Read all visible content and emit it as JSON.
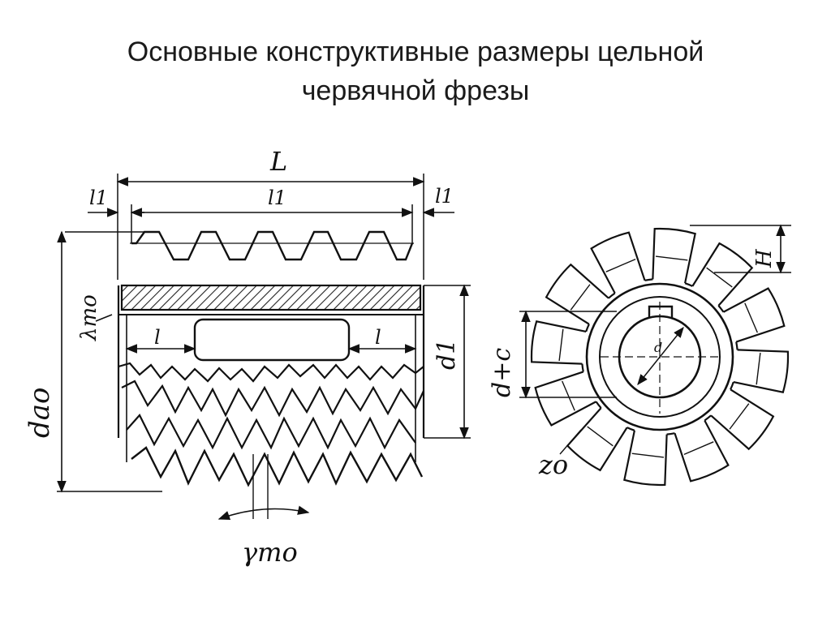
{
  "title": {
    "line1": "Основные конструктивные размеры цельной",
    "line2": "червячной фрезы"
  },
  "labels": {
    "L": "L",
    "l1_left": "l1",
    "l1_center": "l1",
    "l1_right": "l1",
    "lambda_mo": "λmo",
    "l_left": "l",
    "l_right": "l",
    "d_ao": "dao",
    "d1": "d1",
    "gamma_mo": "γmo",
    "H": "H",
    "d_plus_c": "d+c",
    "d": "d",
    "z_o": "zo"
  }
}
